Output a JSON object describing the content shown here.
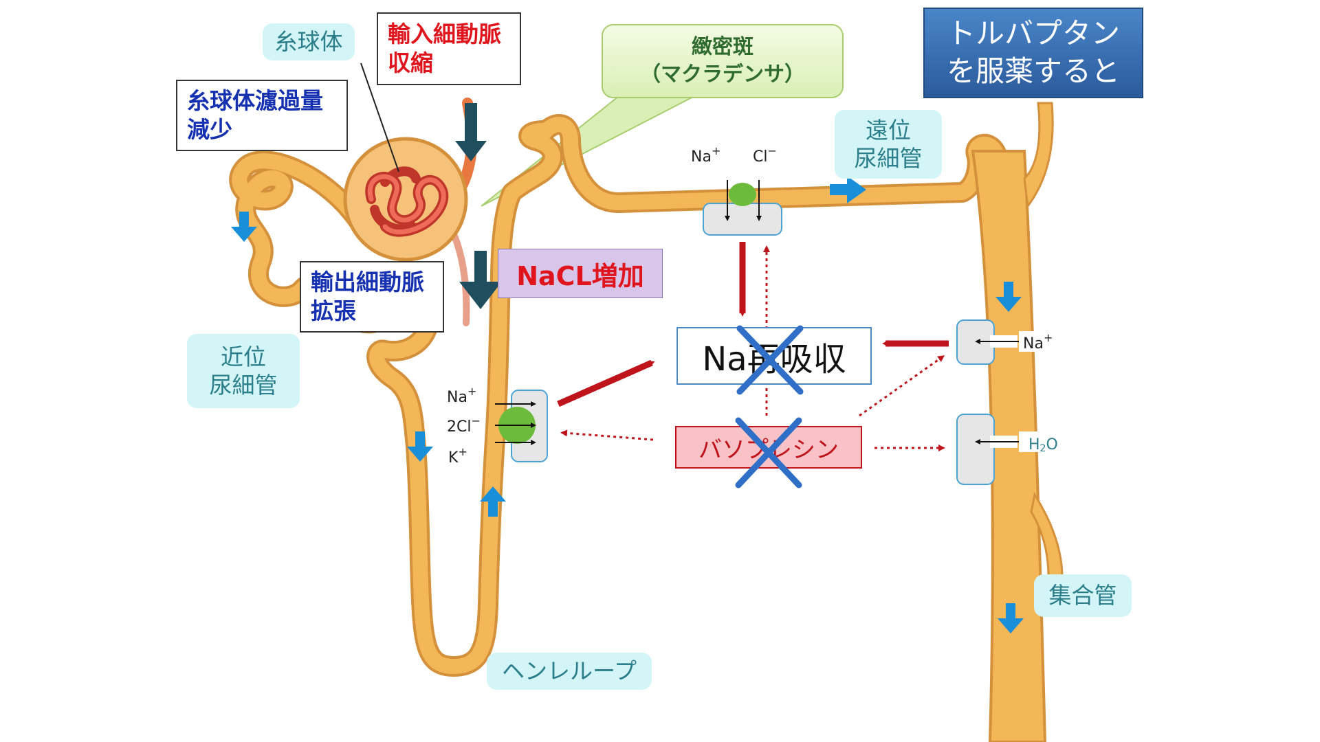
{
  "title": "トルバプタン\nを服薬すると",
  "labels": {
    "glomerulus": "糸球体",
    "proximal_tubule": "近位\n尿細管",
    "distal_tubule": "遠位\n尿細管",
    "collecting_duct": "集合管",
    "henle_loop": "ヘンレループ",
    "macula_densa": "緻密斑\n（マクラデンサ）"
  },
  "effects": {
    "gfr_decrease": "糸球体濾過量\n減少",
    "afferent_constriction": "輸入細動脈\n収縮",
    "efferent_dilation": "輸出細動脈\n拡張",
    "nacl_increase": "NaCL増加"
  },
  "center": {
    "na_reabsorption": "Na再吸収",
    "vasopressin": "バソプレシン"
  },
  "ions": {
    "distal_na": "Na",
    "distal_cl": "Cl",
    "henle_na": "Na",
    "henle_2cl": "2Cl",
    "henle_k": "K",
    "cd_na": "Na",
    "cd_h2o_h": "H",
    "cd_h2o_sub": "2",
    "cd_h2o_o": "O",
    "plus": "+",
    "minus": "−"
  },
  "colors": {
    "tubule": "#f4b757",
    "tubule_outline": "#d4903a",
    "red_arrow": "#c0141c",
    "blue_arrow": "#1a8fd9",
    "dark_arrow": "#1f4e5f",
    "cross": "#2f6fc8",
    "title_bg": "#2e63a8"
  }
}
